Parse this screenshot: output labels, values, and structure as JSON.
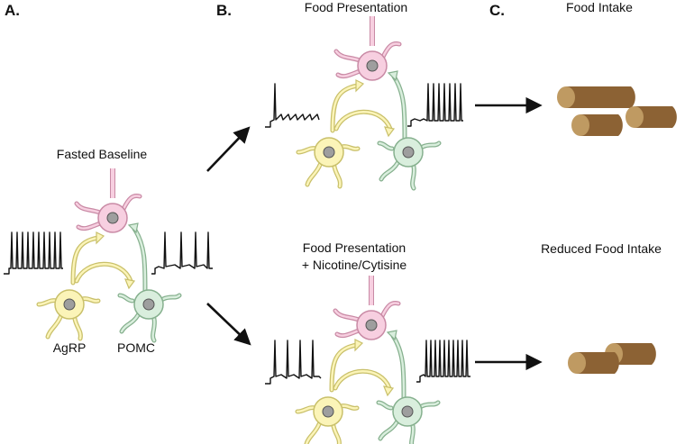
{
  "panels": {
    "a": "A.",
    "b": "B.",
    "c": "C."
  },
  "captions": {
    "fasted_baseline": "Fasted Baseline",
    "food_presentation": "Food Presentation",
    "food_presentation_drug_line1": "Food Presentation",
    "food_presentation_drug_line2": "+ Nicotine/Cytisine",
    "food_intake": "Food Intake",
    "reduced_food_intake": "Reduced Food Intake",
    "agrp": "AgRP",
    "pomc": "POMC"
  },
  "colors": {
    "agrp_fill": "#fbf4b8",
    "agrp_stroke": "#c9c06a",
    "pomc_fill": "#d9eedd",
    "pomc_stroke": "#86b08e",
    "upper_fill": "#f7cfe0",
    "upper_stroke": "#c98aa5",
    "nucleus": "#9e9e9e",
    "food_light": "#bf9a62",
    "food_dark": "#8c6234",
    "ink": "#111111"
  }
}
